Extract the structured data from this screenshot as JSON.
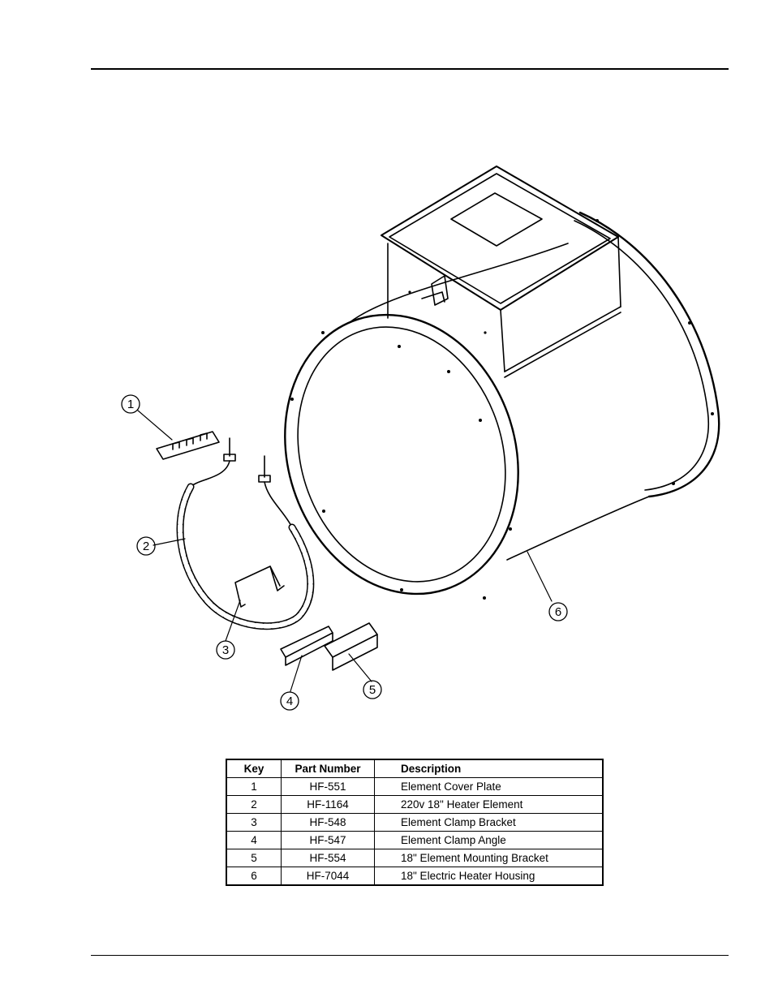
{
  "callouts": [
    "1",
    "2",
    "3",
    "4",
    "5",
    "6"
  ],
  "table": {
    "headers": [
      "Key",
      "Part Number",
      "Description"
    ],
    "rows": [
      {
        "key": "1",
        "part_number": "HF-551",
        "description": "Element Cover Plate"
      },
      {
        "key": "2",
        "part_number": "HF-1164",
        "description": "220v 18\" Heater Element"
      },
      {
        "key": "3",
        "part_number": "HF-548",
        "description": "Element Clamp Bracket"
      },
      {
        "key": "4",
        "part_number": "HF-547",
        "description": "Element Clamp Angle"
      },
      {
        "key": "5",
        "part_number": "HF-554",
        "description": "18\" Element Mounting Bracket"
      },
      {
        "key": "6",
        "part_number": "HF-7044",
        "description": "18\" Electric Heater Housing"
      }
    ]
  }
}
